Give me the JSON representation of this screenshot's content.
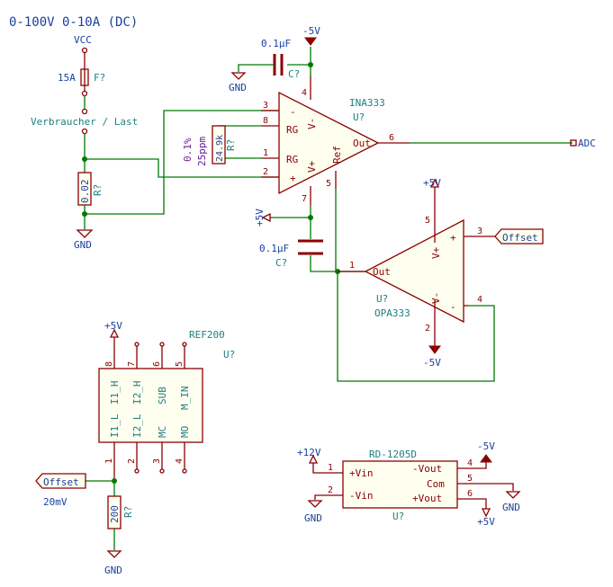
{
  "title": "0-100V 0-10A (DC)",
  "labels": {
    "vcc": "VCC",
    "fuse_value": "15A",
    "fuse_ref": "F?",
    "load": "Verbraucher / Last",
    "shunt_value": "0.02",
    "shunt_ref": "R?",
    "gnd": "GND",
    "rg_tol": "0.1%",
    "rg_tc": "25ppm",
    "rg_value": "24.9k",
    "rg_ref": "R?",
    "cap_top_value": "0.1µF",
    "cap_top_ref": "C?",
    "neg5v": "-5V",
    "pos5v": "+5V",
    "ina_name": "INA333",
    "ina_ref": "U?",
    "ina_pins": {
      "minus": "-",
      "plus": "+",
      "rg": "RG",
      "vminus": "V-",
      "vplus": "V+",
      "ref": "Ref",
      "out": "Out"
    },
    "adc": "ADC",
    "cap_bot_value": "0.1µF",
    "cap_bot_ref": "C?",
    "opa_name": "OPA333",
    "opa_ref": "U?",
    "offset": "Offset",
    "ref200_name": "REF200",
    "ref200_ref": "U?",
    "ref200_pins_top": [
      "I1_H",
      "I2_H",
      "SUB",
      "M_IN"
    ],
    "ref200_pins_bottom": [
      "I1_L",
      "I2_L",
      "MC",
      "MO"
    ],
    "offset_voltage": "20mV",
    "r200_value": "200",
    "r200_ref": "R?",
    "rd_name": "RD-1205D",
    "rd_ref": "U?",
    "rd_pins_left": [
      "+Vin",
      "-Vin"
    ],
    "rd_pins_right": [
      "-Vout",
      "Com",
      "+Vout"
    ],
    "pos12v": "+12V"
  },
  "pin_numbers": {
    "ina": [
      "3",
      "8",
      "1",
      "2",
      "4",
      "7",
      "5",
      "6"
    ],
    "opa": [
      "3",
      "4",
      "1",
      "5",
      "2"
    ],
    "ref200_top": [
      "8",
      "7",
      "6",
      "5"
    ],
    "ref200_bottom": [
      "1",
      "2",
      "3",
      "4"
    ],
    "rd": [
      "1",
      "2",
      "4",
      "5",
      "6"
    ]
  },
  "colors": {
    "wire": "#007a00",
    "component": "#8b0000",
    "text": "#1a3f9e",
    "value": "#6a1f9a",
    "pin_label": "#1f7f7f"
  }
}
